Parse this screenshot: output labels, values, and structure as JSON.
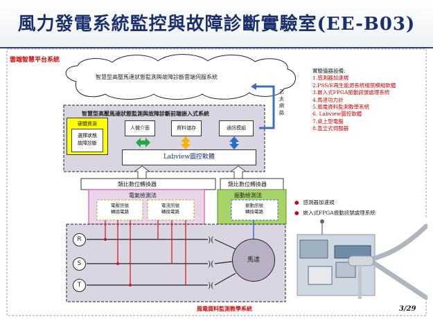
{
  "title": "風力發電系統監控與故障診斷實驗室(EE-B03)",
  "platform_label": "雲端智慧平台系統",
  "cloud_label": "智慧型高壓馬達狀態監測與故障診斷雲端伺服系統",
  "ethernet_label": [
    "乙",
    "太",
    "網",
    "路"
  ],
  "embedded_title": "智慧型高壓馬達狀態監測與故障診斷前端嵌入式系統",
  "modules": {
    "yellow_top": "硬體資源",
    "yellow_inner_1": "選擇狀態",
    "yellow_inner_2": "故障診斷",
    "hmi": "人機介面",
    "database": "資料儲存",
    "comm": "通訊模組"
  },
  "labview": "Labview圖控軟體",
  "adc_left": "類比數位轉換器",
  "adc_right": "類比數位轉換器",
  "elec_detect": "電氣檢測法",
  "vib_detect": "振動檢測法",
  "v_sense_1": "電壓訊號",
  "v_sense_2": "轉換電路",
  "i_sense_1": "電流訊號",
  "i_sense_2": "轉換電路",
  "vib_sense_1": "振動訊號",
  "vib_sense_2": "轉換電路",
  "phases": [
    "R",
    "S",
    "T"
  ],
  "motor": "馬達",
  "equipment_header": "實驗儀器設備:",
  "equipment": [
    "1.感測器加速規",
    "2.PSS/E再生能源系統組態模組軟體",
    "3.嵌入式FPGA振動訊號處理系統",
    "4.馬達功力計",
    "5.風電資料監測教學系統",
    "6. Labview圖控軟體",
    "7.桌上型電腦",
    "8.直立式伺服器"
  ],
  "bullets": [
    "感測器加速規",
    "嵌入式FPGA振動訊號處理系統"
  ],
  "bottom_label": "風電資料監測教學系統",
  "page_number": "3/29",
  "colors": {
    "title_blue": "#1a2f6e",
    "red_text": "#d01010",
    "yellow": "#ffff00",
    "green_panel": "#a6d469",
    "pink_border": "#e46fc1",
    "motor_panel": "#b9b0c4"
  }
}
